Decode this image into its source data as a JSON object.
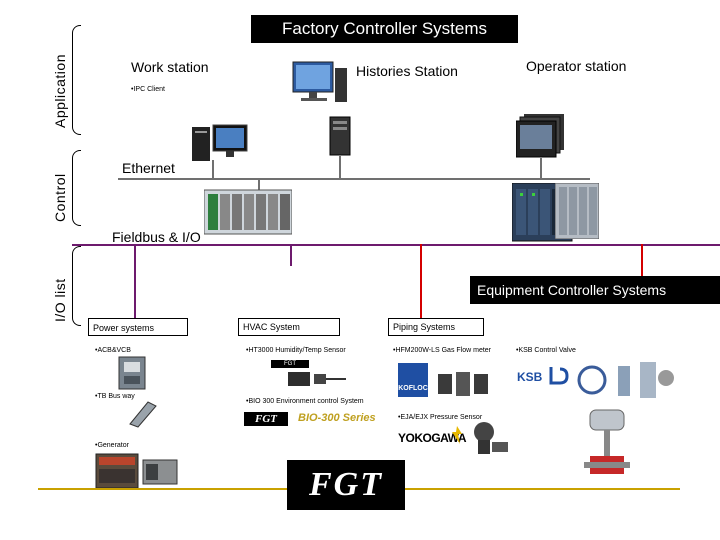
{
  "title": "Factory Controller Systems",
  "side_labels": {
    "application": "Application",
    "control": "Control",
    "io_list": "I/O list"
  },
  "stations": {
    "work": "Work station",
    "histories": "Histories Station",
    "operator": "Operator station",
    "ipc_client": "•IPC Client"
  },
  "networks": {
    "ethernet": "Ethernet",
    "fieldbus": "Fieldbus & I/O"
  },
  "equipment_title": "Equipment Controller Systems",
  "categories": {
    "power": "Power systems",
    "hvac": "HVAC System",
    "piping": "Piping Systems"
  },
  "items": {
    "acb": "•ACB&VCB",
    "tb": "•TB Bus way",
    "generator": "•Generator",
    "ht3000": "•HT3000 Humidity/Temp Sensor",
    "bio300": "•BIO 300 Environment control System",
    "hfm": "•HFM200W-LS Gas Flow meter",
    "eja": "•EJA/EJX Pressure Sensor",
    "ksb": "•KSB Control Valve"
  },
  "logos": {
    "fgt": "FGT",
    "bio_series": "BIO-300 Series",
    "kofloc": "KOFLOC",
    "yokogawa": "YOKOGAWA",
    "ksb": "KSB",
    "fgt_big": "FGT"
  },
  "colors": {
    "purple": "#6d1a6d",
    "red": "#d40000",
    "gold": "#c9a100"
  }
}
